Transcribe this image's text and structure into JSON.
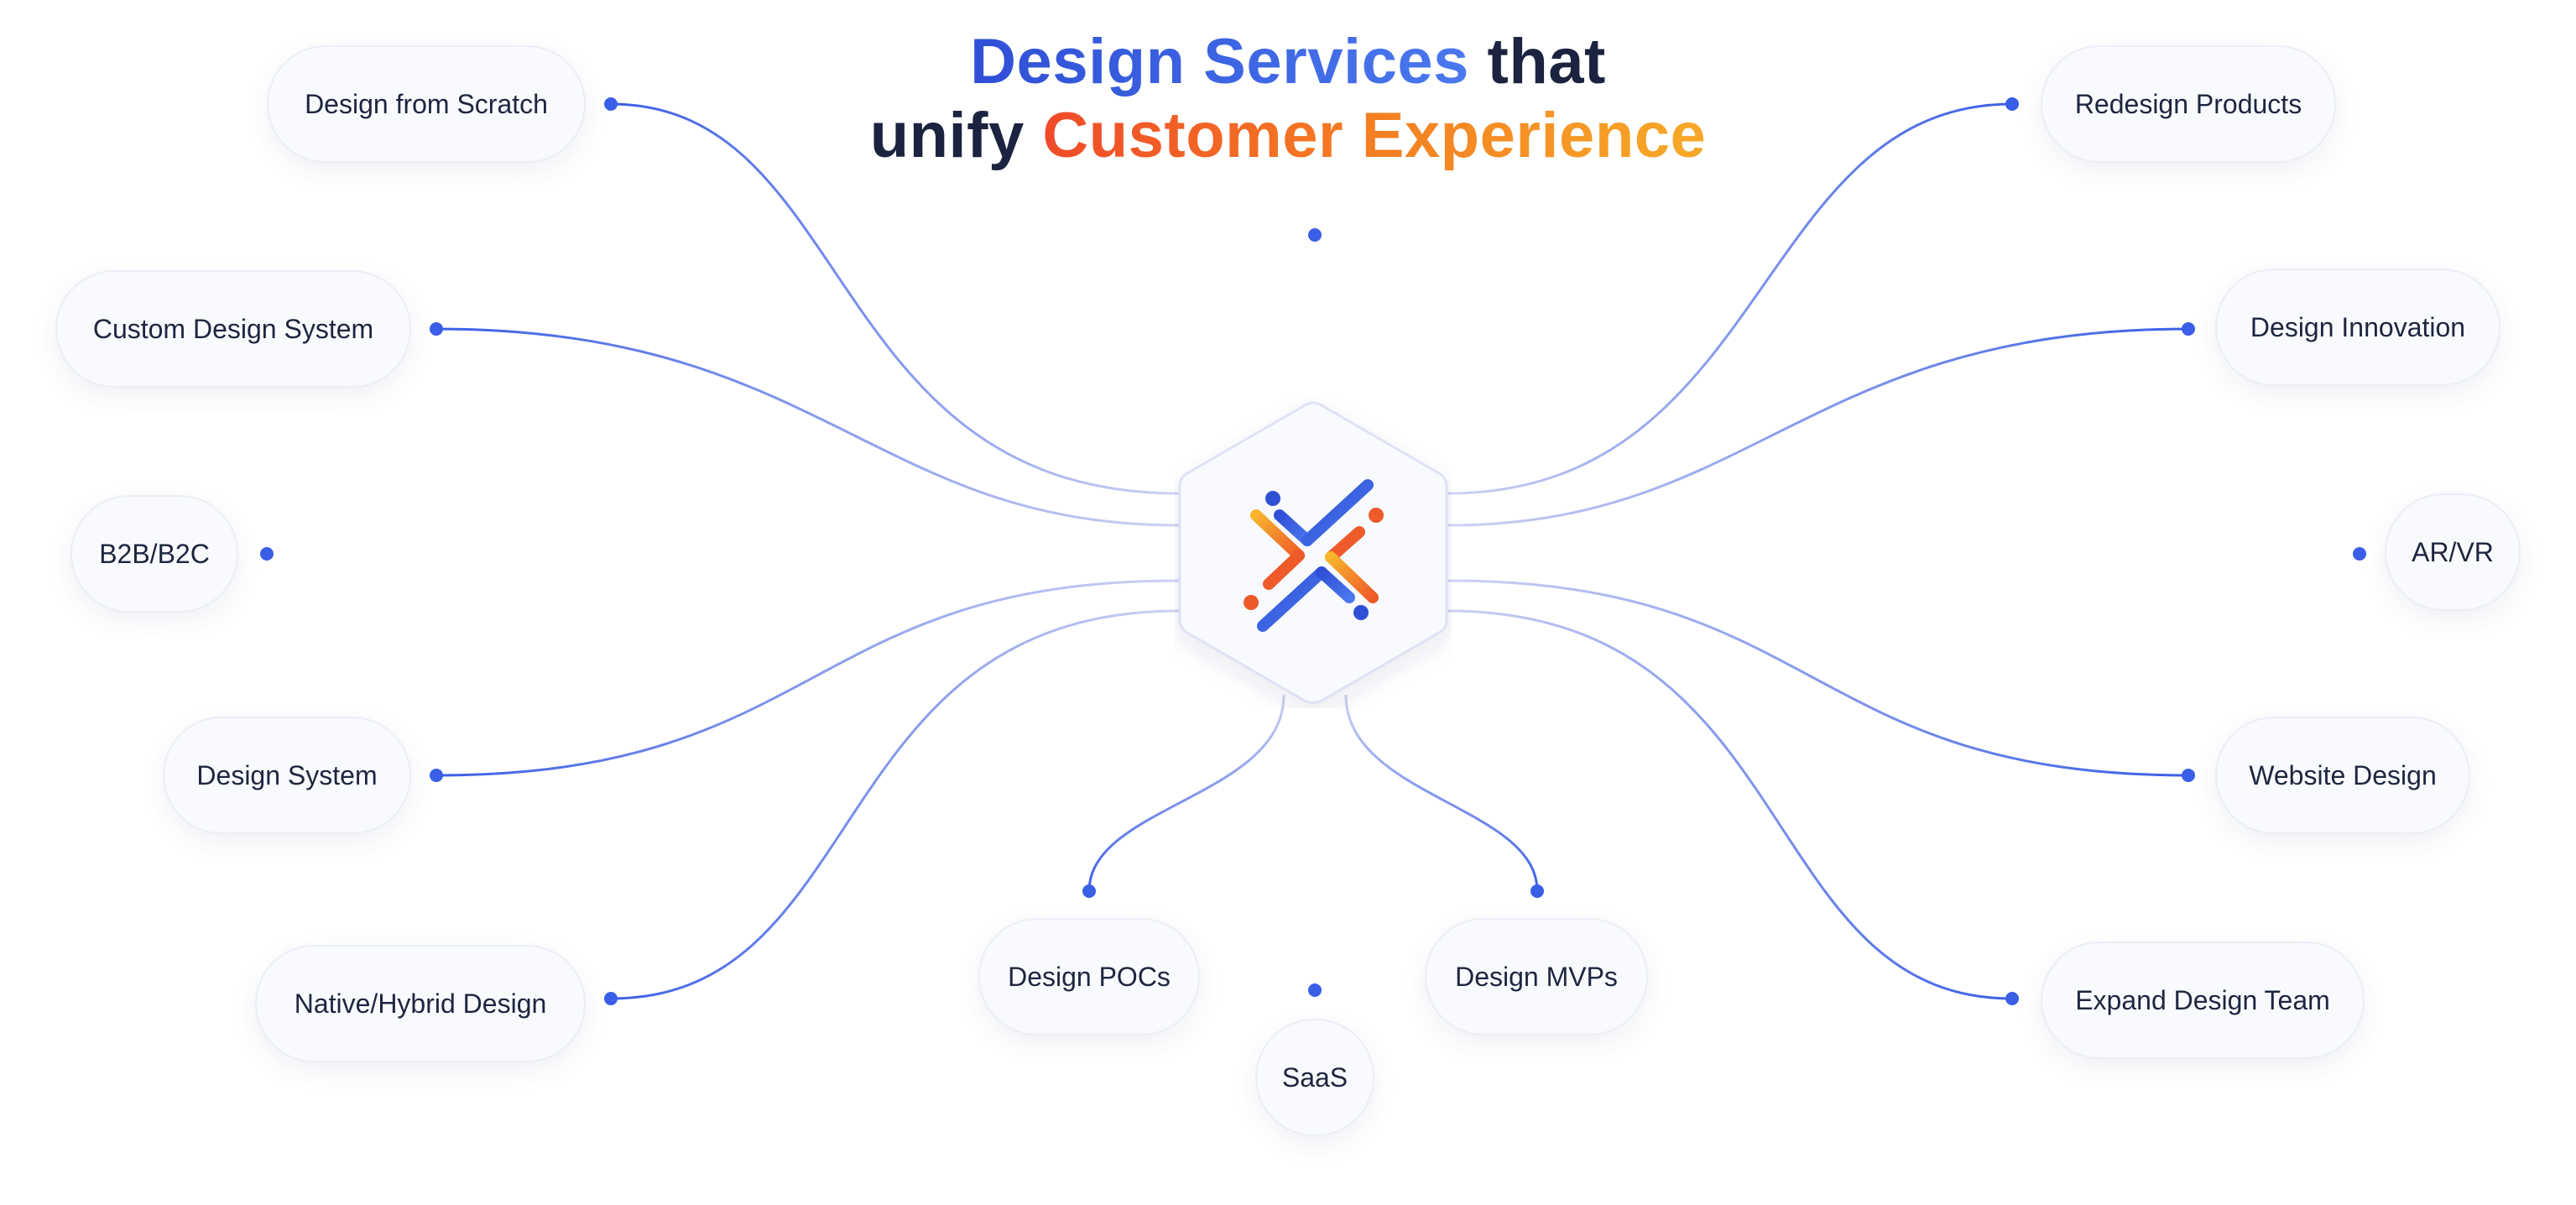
{
  "title": {
    "line1_part1": "Design Services",
    "line1_part2": " that",
    "line2_part1": "unify ",
    "line2_part2": "Customer Experience"
  },
  "colors": {
    "accent_blue": "#3a5ee6",
    "accent_orange": "#f47a22",
    "accent_red": "#ef4a2a",
    "text_dark": "#1b2340",
    "connector_light": "#c9cdf0"
  },
  "center_logo": {
    "icon": "x-cross-logo-icon"
  },
  "services": {
    "design_from_scratch": "Design from Scratch",
    "custom_design_system": "Custom Design System",
    "b2b_b2c": "B2B/B2C",
    "design_system": "Design System",
    "native_hybrid_design": "Native/Hybrid Design",
    "design_pocs": "Design POCs",
    "saas": "SaaS",
    "design_mvps": "Design MVPs",
    "redesign_products": "Redesign Products",
    "design_innovation": "Design Innovation",
    "ar_vr": "AR/VR",
    "website_design": "Website Design",
    "expand_design_team": "Expand Design Team"
  }
}
